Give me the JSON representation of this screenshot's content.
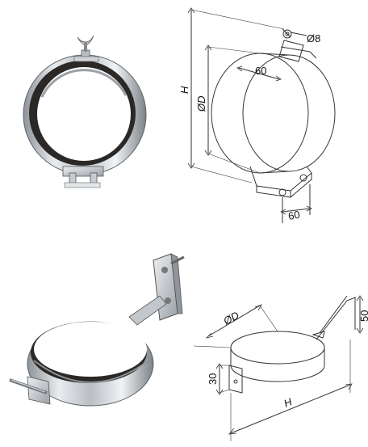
{
  "top_drawing": {
    "diameter_label": "ØD",
    "height_label": "H",
    "width_label": "60",
    "bottom_width_label": "60",
    "bolt_hole_label": "Ø8"
  },
  "bottom_drawing": {
    "diameter_label": "ØD",
    "length_label": "H",
    "bracket_height_label": "30",
    "bracket_side_label": "50"
  },
  "colors": {
    "metal_light": "#e4e7ea",
    "metal_mid": "#b7bcc1",
    "metal_dark": "#6f757b",
    "liner": "#2a2826",
    "line": "#333333"
  }
}
